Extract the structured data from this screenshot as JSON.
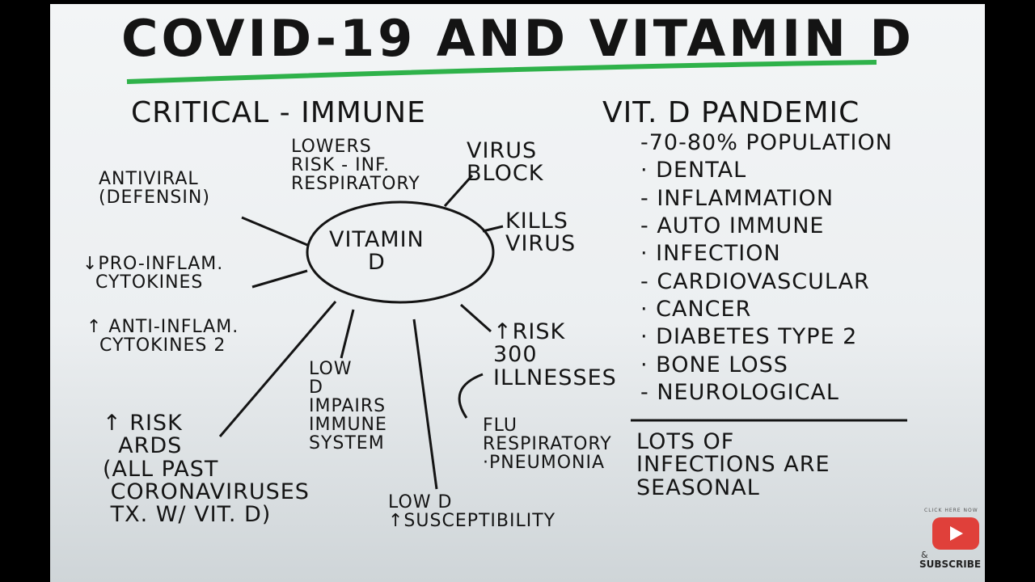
{
  "title": "COVID-19 AND VITAMIN D",
  "left_heading": "CRITICAL - IMMUNE",
  "center": "VITAMIN\nD",
  "spokes": {
    "lowers": "LOWERS\nRISK - INF.\nRESPIRATORY",
    "virus_block": "VIRUS\nBLOCK",
    "antiviral": "ANTIVIRAL\n(DEFENSIN)",
    "kills": "KILLS\nVIRUS",
    "pro": "↓PRO-INFLAM.\n  CYTOKINES",
    "anti": "↑ ANTI-INFLAM.\n  CYTOKINES 2",
    "risk300": "↑RISK\n300\nILLNESSES",
    "lowd_impairs": "LOW\nD\nIMPAIRS\nIMMUNE\nSYSTEM",
    "ards": "↑ RISK\n  ARDS\n(ALL PAST\n CORONAVIRUSES\n TX. W/ VIT. D)",
    "flu": "FLU\nRESPIRATORY\n·PNEUMONIA",
    "lowd_sus": "LOW D\n↑SUSCEPTIBILITY"
  },
  "right_heading": "VIT. D PANDEMIC",
  "right_items": [
    "-70-80% POPULATION",
    "· DENTAL",
    "- INFLAMMATION",
    "- AUTO IMMUNE",
    "· INFECTION",
    "- CARDIOVASCULAR",
    "· CANCER",
    "· DIABETES TYPE 2",
    "· BONE LOSS",
    "- NEUROLOGICAL"
  ],
  "seasonal": "LOTS OF\nINFECTIONS ARE\nSEASONAL",
  "overlay": {
    "click": "CLICK HERE NOW",
    "amp": "&",
    "subscribe": "SUBSCRIBE"
  },
  "colors": {
    "underline": "#2fb24a",
    "youtube": "#e0403a"
  }
}
